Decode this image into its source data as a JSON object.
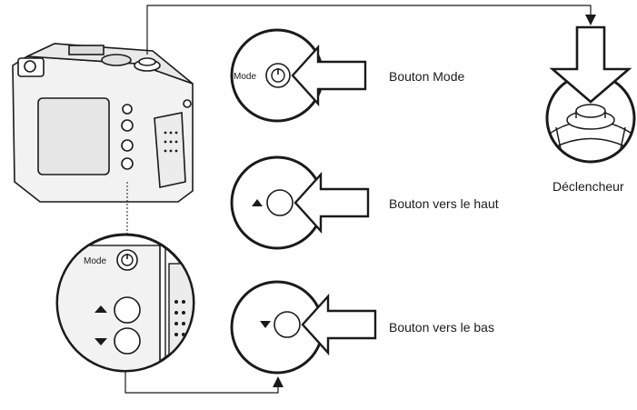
{
  "labels": {
    "mode_button": "Bouton Mode",
    "up_button": "Bouton vers le haut",
    "down_button": "Bouton vers le bas",
    "shutter": "Déclencheur"
  },
  "button_text": {
    "mode": "Mode",
    "zoom_mode": "Mode"
  },
  "colors": {
    "ink": "#1a1a1a",
    "camera_fill": "#f2f2f2",
    "screen_fill": "#e6e6e6"
  }
}
